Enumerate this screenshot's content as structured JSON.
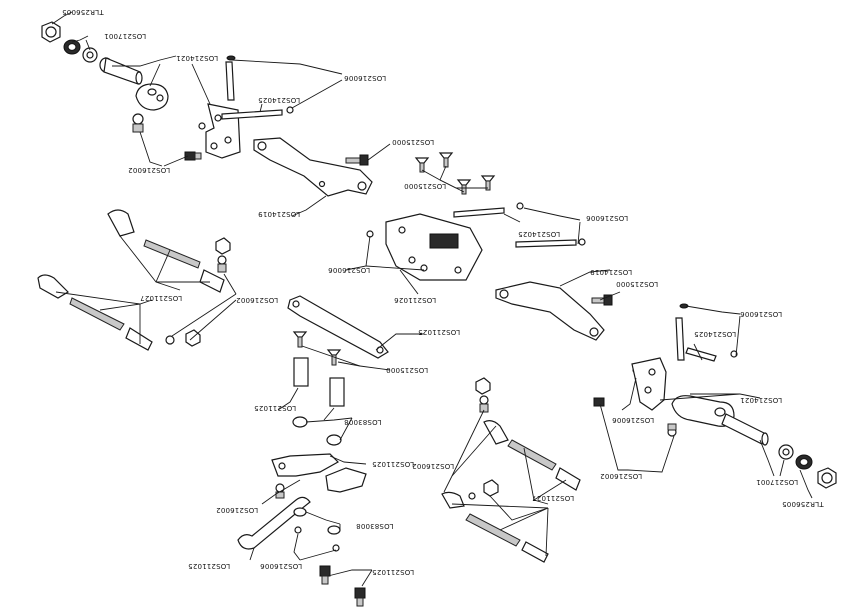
{
  "labels": {
    "tlr256005_a": "TLR256005",
    "los217001_a": "LOS217001",
    "los214021_a": "LOS214021",
    "los216006_a": "LOS216006",
    "los214025_a": "LOS214025",
    "los216002_a": "LOS216002",
    "los215000_a": "LOS215000",
    "los215000_b": "LOS215000",
    "los214019_a": "LOS214019",
    "los216006_b": "LOS216006",
    "los214025_b": "LOS214025",
    "los216006_c": "LOS216006",
    "los211026": "LOS211026",
    "los211027_a": "LOS211027",
    "los216002_b": "LOS216002",
    "los214019_b": "LOS214019",
    "los215000_c": "LOS215000",
    "los216006_d": "LOS216006",
    "los214025_c": "LOS214025",
    "los211025_a": "LOS211025",
    "los215000_d": "LOS215000",
    "los211025_b": "LOS211025",
    "los83008_a": "LOS83008",
    "los211025_c": "LOS211025",
    "los216002_c": "LOS216002",
    "los83008_b": "LOS83008",
    "los211025_d": "LOS211025",
    "los216006_e": "LOS216006",
    "los211025_e": "LOS211025",
    "los216002_d": "LOS216002",
    "los211027_b": "LOS211027",
    "los216006_f": "LOS216006",
    "los216002_e": "LOS216002",
    "los214021_b": "LOS214021",
    "los217001_b": "LOS217001",
    "tlr256005_b": "TLR256005"
  }
}
